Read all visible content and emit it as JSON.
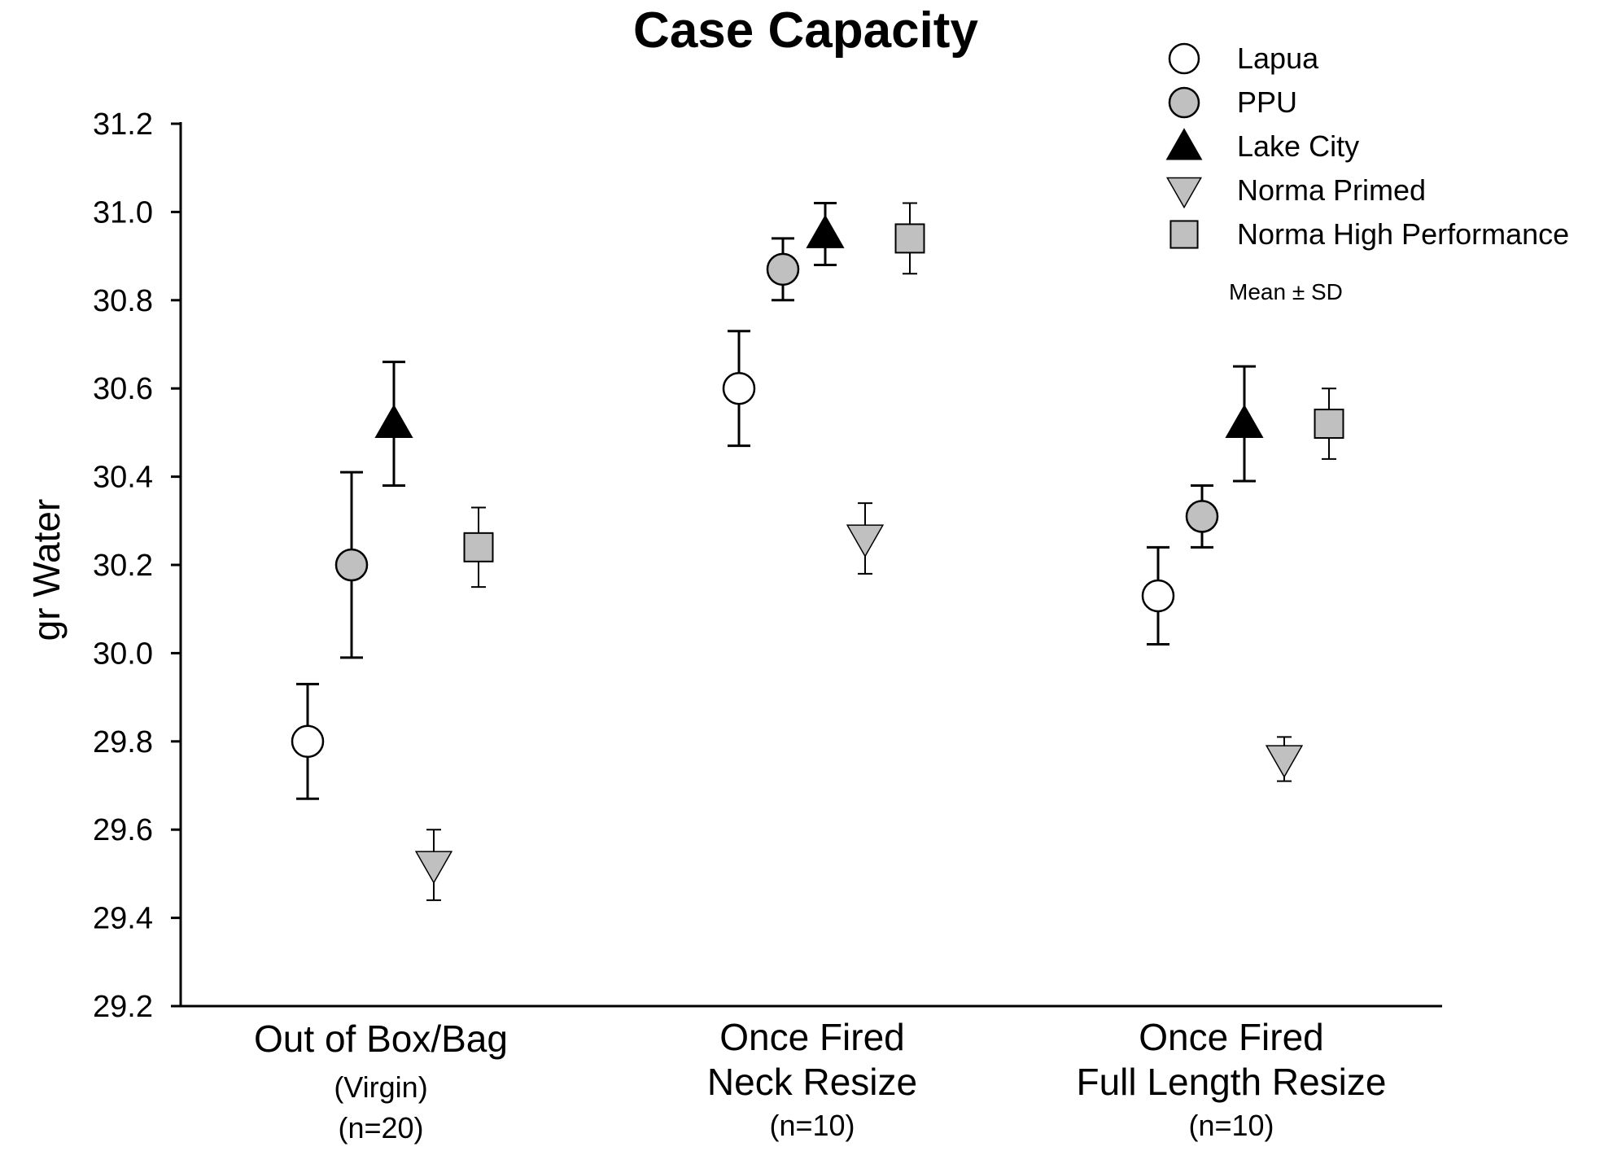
{
  "chart_data": {
    "type": "scatter",
    "title": "Case Capacity",
    "ylabel": "gr Water",
    "xlabel": "",
    "ylim": [
      29.2,
      31.2
    ],
    "yticks": [
      "29.2",
      "29.4",
      "29.6",
      "29.8",
      "30.0",
      "30.2",
      "30.4",
      "30.6",
      "30.8",
      "31.0",
      "31.2"
    ],
    "categories": [
      {
        "lines": [
          "Out of Box/Bag"
        ],
        "subs": [
          "(Virgin)",
          "(n=20)"
        ]
      },
      {
        "lines": [
          "Once Fired",
          "Neck Resize"
        ],
        "subs": [
          "(n=10)"
        ]
      },
      {
        "lines": [
          "Once Fired",
          "Full Length Resize"
        ],
        "subs": [
          "(n=10)"
        ]
      }
    ],
    "note": "Mean ± SD",
    "series": [
      {
        "name": "Lapua",
        "marker": "circle",
        "fill": "#ffffff",
        "mean": [
          29.8,
          30.6,
          30.13
        ],
        "sd": [
          0.13,
          0.13,
          0.11
        ]
      },
      {
        "name": "PPU",
        "marker": "circle",
        "fill": "#c0c0c0",
        "mean": [
          30.2,
          30.87,
          30.31
        ],
        "sd": [
          0.21,
          0.07,
          0.07
        ]
      },
      {
        "name": "Lake City",
        "marker": "triangle-up",
        "fill": "#000000",
        "mean": [
          30.52,
          30.95,
          30.52
        ],
        "sd": [
          0.14,
          0.07,
          0.13
        ]
      },
      {
        "name": "Norma Primed",
        "marker": "triangle-down",
        "fill": "#c0c0c0",
        "mean": [
          29.52,
          30.26,
          29.76
        ],
        "sd": [
          0.08,
          0.08,
          0.05
        ]
      },
      {
        "name": "Norma High Performance",
        "marker": "square",
        "fill": "#c0c0c0",
        "mean": [
          30.24,
          30.94,
          30.52
        ],
        "sd": [
          0.09,
          0.08,
          0.08
        ]
      }
    ]
  }
}
